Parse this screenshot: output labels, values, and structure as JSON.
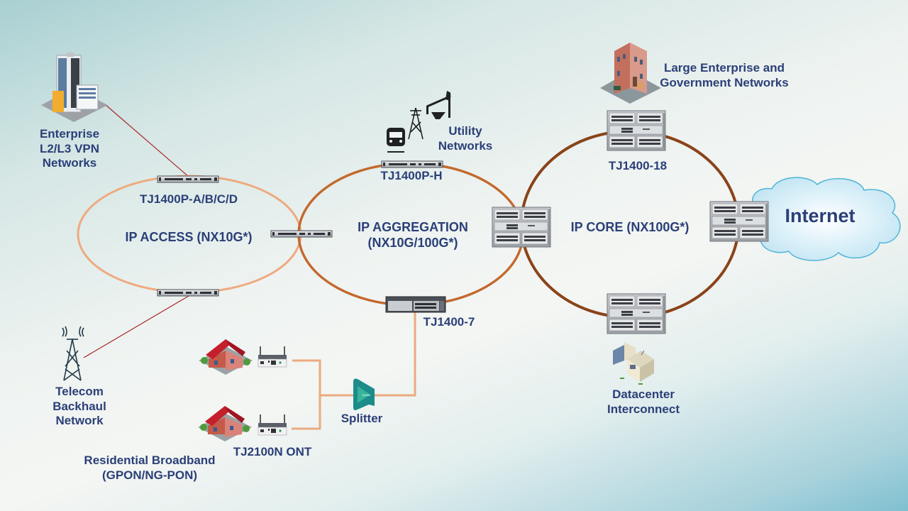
{
  "diagram": {
    "rings": [
      {
        "id": "access",
        "label": "IP ACCESS (NX10G*)",
        "color": "#eeaa80"
      },
      {
        "id": "aggregation",
        "label": "IP AGGREGATION\n(NX10G/100G*)",
        "color": "#c4682c"
      },
      {
        "id": "core",
        "label": "IP CORE (NX100G*)",
        "color": "#8a4319"
      }
    ],
    "devices": {
      "tj1400p_abcd": "TJ1400P-A/B/C/D",
      "tj1400p_h": "TJ1400P-H",
      "tj1400_7": "TJ1400-7",
      "tj1400_18": "TJ1400-18",
      "tj2100n_ont": "TJ2100N ONT",
      "splitter": "Splitter",
      "splitter_badge": "Splitter"
    },
    "endpoints": {
      "enterprise": "Enterprise\nL2/L3 VPN\nNetworks",
      "utility": "Utility\nNetworks",
      "large_enterprise": "Large Enterprise and\nGovernment Networks",
      "internet": "Internet",
      "telecom": "Telecom\nBackhaul\nNetwork",
      "residential": "Residential Broadband\n(GPON/NG-PON)",
      "datacenter": "Datacenter\nInterconnect"
    },
    "colors": {
      "label_text": "#2b3f78",
      "link_red": "#a8262a",
      "fiber_orange": "#ebaa80",
      "cloud_border": "#4fb4d8",
      "splitter_teal": "#1c8c8a"
    }
  }
}
